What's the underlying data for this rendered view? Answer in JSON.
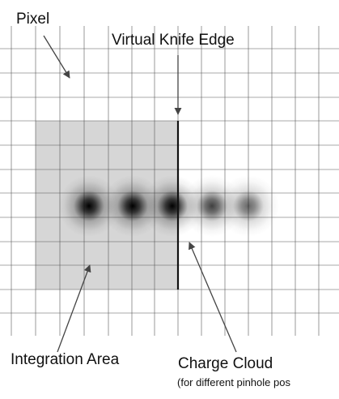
{
  "labels": {
    "pixel": "Pixel",
    "knife_edge": "Virtual Knife Edge",
    "integration_area": "Integration Area",
    "charge_cloud": "Charge Cloud",
    "charge_cloud_note": "(for different pinhole pos"
  },
  "colors": {
    "grid_line": "#555555",
    "integration_fill": "#d6d6d6",
    "knife_edge": "#111111",
    "arrow": "#444444",
    "cloud_core": "#000000"
  },
  "cloud_intensities": [
    1.0,
    1.0,
    1.0,
    0.75,
    0.6
  ]
}
